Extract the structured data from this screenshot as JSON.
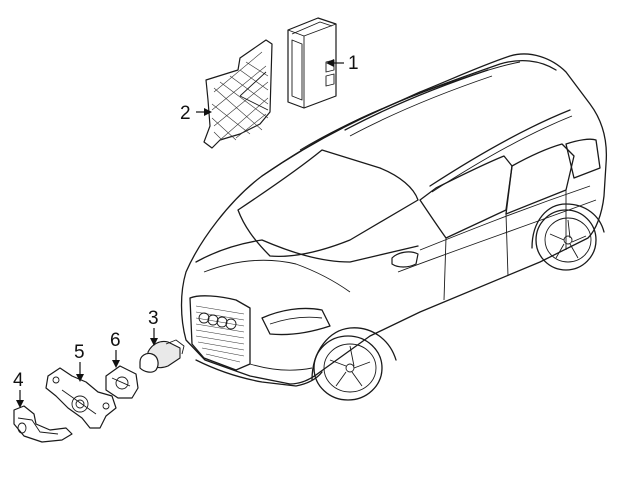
{
  "callouts": [
    {
      "id": "1",
      "text": "1",
      "part": "control-module"
    },
    {
      "id": "2",
      "text": "2",
      "part": "mounting-bracket"
    },
    {
      "id": "3",
      "text": "3",
      "part": "parking-sensor"
    },
    {
      "id": "4",
      "text": "4",
      "part": "sensor-retainer"
    },
    {
      "id": "5",
      "text": "5",
      "part": "sensor-mount-bracket"
    },
    {
      "id": "6",
      "text": "6",
      "part": "sensor-gasket"
    }
  ],
  "colors": {
    "line": "#1a1a1a",
    "background": "#ffffff"
  }
}
